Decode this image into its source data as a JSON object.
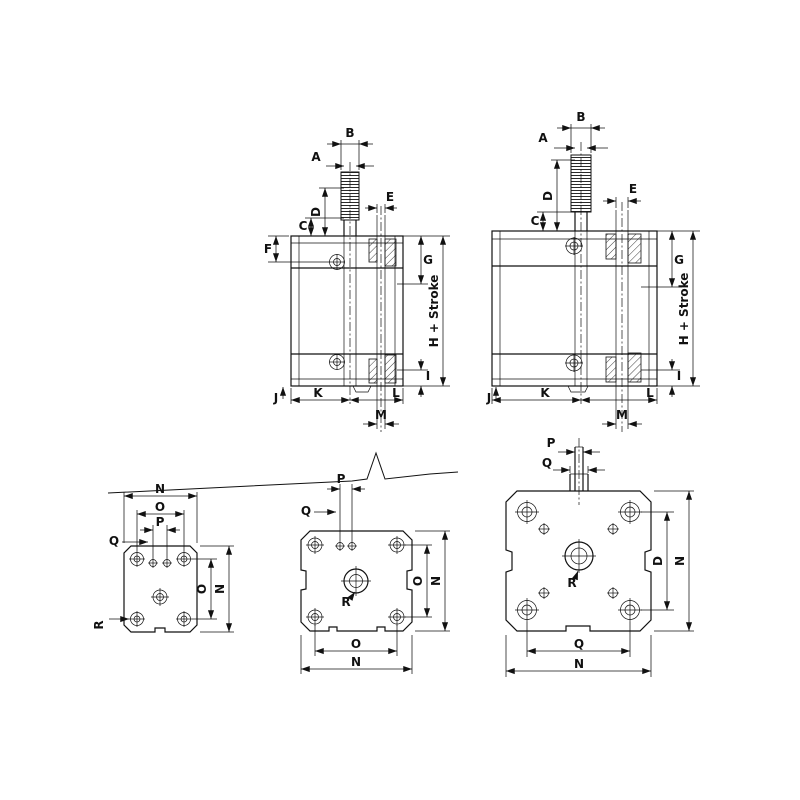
{
  "drawing": {
    "title": "Compact pneumatic cylinder dimensional drawing",
    "line_color": "#111111",
    "background": "#ffffff",
    "views": {
      "side_small": {
        "labels": {
          "a": "A",
          "b": "B",
          "c": "C",
          "d": "D",
          "e": "E",
          "f": "F",
          "g": "G",
          "h_stroke": "H + Stroke",
          "i": "I",
          "j": "J",
          "k": "K",
          "l": "L",
          "m": "M"
        }
      },
      "side_large": {
        "labels": {
          "a": "A",
          "b": "B",
          "c": "C",
          "d": "D",
          "e": "E",
          "g": "G",
          "h_stroke": "H + Stroke",
          "i": "I",
          "j": "J",
          "k": "K",
          "l": "L",
          "m": "M"
        }
      },
      "end_small": {
        "labels": {
          "n_top": "N",
          "o_top": "O",
          "p": "P",
          "q": "Q",
          "r": "R",
          "o_right": "O",
          "n_right": "N"
        }
      },
      "end_medium": {
        "labels": {
          "p": "P",
          "q": "Q",
          "r": "R",
          "o_right": "O",
          "n_right": "N",
          "o_bottom": "O",
          "n_bottom": "N"
        }
      },
      "end_large": {
        "labels": {
          "p": "P",
          "q": "Q",
          "r": "R",
          "d_right": "D",
          "n_right": "N",
          "q_bottom": "Q",
          "n_bottom": "N"
        }
      }
    }
  }
}
